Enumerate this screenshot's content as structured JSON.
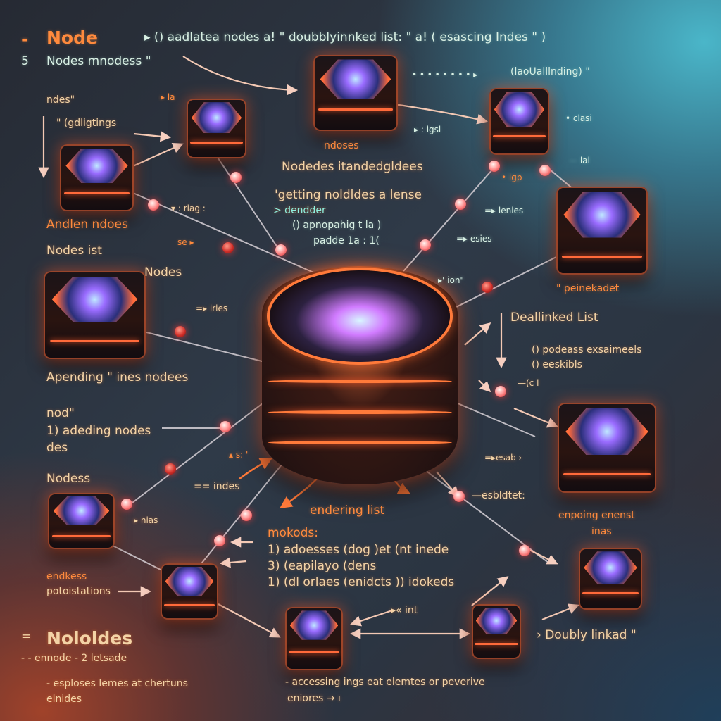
{
  "diagram": {
    "title": "Doubly linked list node graph",
    "colors": {
      "background_dark": "#262a33",
      "background_teal": "#4ab6c9",
      "background_rust": "#a0422a",
      "label_orange": "#ff8a3d",
      "label_cream": "#f3d3a6",
      "label_mint": "#d9f0e4",
      "node_glow": "#ff6a3a",
      "connector_dot": "#d2262a"
    },
    "top_header": {
      "bullet": "-",
      "title": "Node",
      "description": "▸ () aadlatea nodes a! \" doubblyinnked list: \" a! (  esascing Indes \" )",
      "subtitle_number": "5",
      "subtitle": "Nodes mnodess \"",
      "right_note": "(laoUalllnding) \"",
      "right_note_prefix": "• • • • • • • • ▸"
    },
    "left_column": [
      {
        "id": "nodes-quote",
        "text": "ndes\""
      },
      {
        "id": "getting",
        "text": "\" (gdligtings"
      },
      {
        "id": "andien-nodes",
        "text": "Andlen ndoes"
      },
      {
        "id": "nodes-list",
        "text": "Nodes ist"
      },
      {
        "id": "nodes-mid",
        "text": "Nodes"
      },
      {
        "id": "apending",
        "text": "Apending \" ines nodees"
      },
      {
        "id": "nod",
        "text": "nod\""
      },
      {
        "id": "adding",
        "text": "1) adeding nodes"
      },
      {
        "id": "des",
        "text": "des"
      },
      {
        "id": "nodess",
        "text": "Nodess"
      },
      {
        "id": "endkess",
        "text": "endkess"
      },
      {
        "id": "potostations",
        "text": "potoistations"
      }
    ],
    "center_labels": [
      {
        "id": "ndoses",
        "text": "ndoses"
      },
      {
        "id": "nodedes",
        "text": "Nodedes itandedgldees"
      },
      {
        "id": "getting-nodes",
        "text": "'getting noldldes a lense"
      },
      {
        "id": "dendec",
        "text": "> dendder"
      },
      {
        "id": "appending",
        "text": "() apnopahig t la )"
      },
      {
        "id": "padde",
        "text": "padde 1a : 1("
      },
      {
        "id": "endering",
        "text": "endering list"
      },
      {
        "id": "methods-title",
        "text": "mokods:"
      },
      {
        "id": "method-1",
        "text": "1) adoesses (dog  )et  (nt inede"
      },
      {
        "id": "method-2",
        "text": "3) (eapilayo (dens"
      },
      {
        "id": "method-3",
        "text": "1) (dl orlaes (enidcts )) idokeds"
      }
    ],
    "right_labels": [
      {
        "id": "eclasi",
        "text": "• clasi"
      },
      {
        "id": "lal",
        "text": "— lal"
      },
      {
        "id": "eigp",
        "text": "• igp"
      },
      {
        "id": "lenies",
        "text": "=▸ lenies"
      },
      {
        "id": "esies",
        "text": "=▸ esies"
      },
      {
        "id": "pelnekadet",
        "text": "\" peinekadet"
      },
      {
        "id": "ion",
        "text": "▸' ion\""
      },
      {
        "id": "deallinked",
        "text": "Deallinked List"
      },
      {
        "id": "podeass",
        "text": "() podeass exsaimeels"
      },
      {
        "id": "eeskibls",
        "text": "() eeskibls"
      },
      {
        "id": "cl",
        "text": "—(c l"
      },
      {
        "id": "esab",
        "text": "=▸esab ›"
      },
      {
        "id": "esbldrt",
        "text": "—esbldtet:"
      },
      {
        "id": "enpoing",
        "text": "enpoing enenst"
      },
      {
        "id": "inas",
        "text": "inas"
      }
    ],
    "edge_labels": [
      {
        "id": "ala",
        "text": "▸ la"
      },
      {
        "id": "nigi",
        "text": "▸ : igsl"
      },
      {
        "id": "ring",
        "text": "▾ : riag :"
      },
      {
        "id": "sea",
        "text": "se ▸"
      },
      {
        "id": "iries",
        "text": "=▸ iries"
      },
      {
        "id": "as",
        "text": "▴ s: '"
      },
      {
        "id": "indes",
        "text": "== indes"
      },
      {
        "id": "nias",
        "text": "▸ nias"
      },
      {
        "id": "int",
        "text": "▸« int"
      }
    ],
    "bottom_left": {
      "title_bullet": "=",
      "title": "Nololdes",
      "line_1": "-  -  ennode  -  2  letsade",
      "line_2": "-  esploses lemes at chertuns",
      "line_3": "elnides"
    },
    "bottom_center": {
      "line_1": "-  accessing ings eat elemtes  or  peverive",
      "line_2": "eniores  →  ı"
    },
    "bottom_right": {
      "label": "›  Doubly linkad \""
    }
  }
}
